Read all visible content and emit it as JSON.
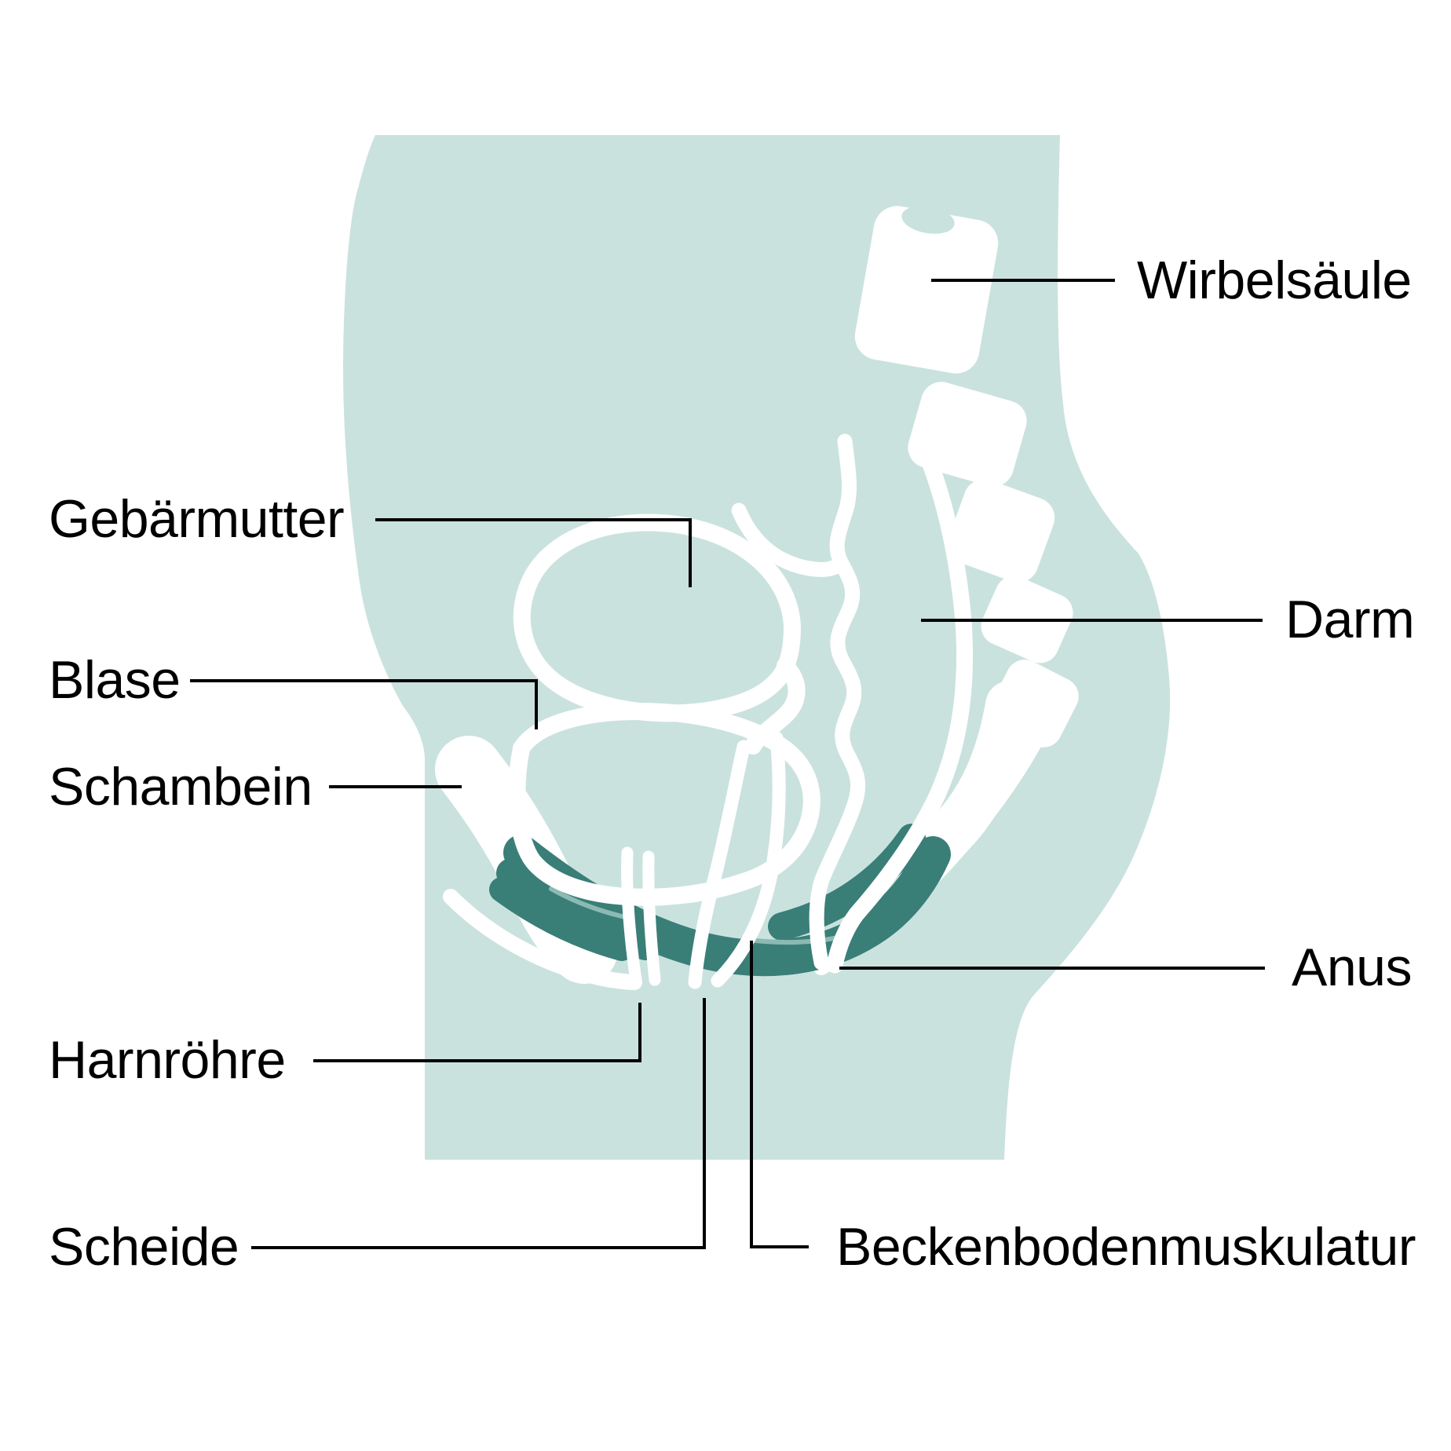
{
  "diagram": {
    "description": "Seitliche Schnittzeichnung des weiblichen Beckens mit Beckenbodenmuskulatur",
    "labels": [
      {
        "id": "wirbelsaeule",
        "text": "Wirbelsäule"
      },
      {
        "id": "darm",
        "text": "Darm"
      },
      {
        "id": "anus",
        "text": "Anus"
      },
      {
        "id": "gebaermutter",
        "text": "Gebärmutter"
      },
      {
        "id": "blase",
        "text": "Blase"
      },
      {
        "id": "schambein",
        "text": "Schambein"
      },
      {
        "id": "harnroehre",
        "text": "Harnröhre"
      },
      {
        "id": "scheide",
        "text": "Scheide"
      },
      {
        "id": "beckenbodenmuskulatur",
        "text": "Beckenbodenmuskulatur"
      }
    ],
    "colors": {
      "background": "#ffffff",
      "body_silhouette": "#cae2de",
      "organ_outline": "#ffffff",
      "pelvic_floor_muscle": "#3a7e78",
      "muscle_highlight": "#8cbab3",
      "leader_line": "#000000",
      "label_text": "#000000"
    }
  }
}
